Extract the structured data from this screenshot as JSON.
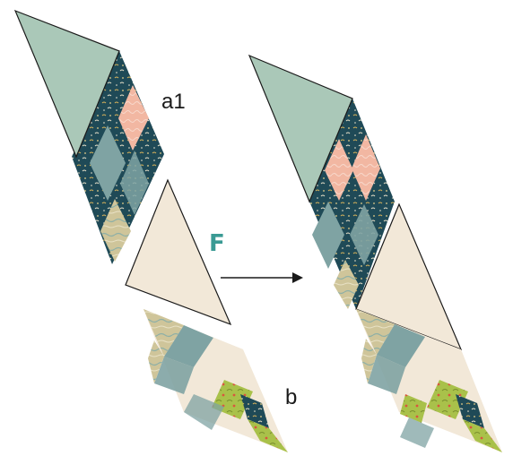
{
  "labels": {
    "a1": "a1",
    "f": "F",
    "b": "b"
  },
  "colors": {
    "sage": "#aac8b8",
    "cream": "#f2e8d8",
    "navy_print": "#1f4a57",
    "teal_gray": "#7fa3a3",
    "blush": "#f2b7a2",
    "gold_marble": "#cfc59a",
    "lime": "#a9c14a",
    "outline": "#1a1a1a",
    "accent_f": "#3a9a94"
  },
  "diagram": {
    "left_pieces": [
      "a1",
      "F",
      "b"
    ],
    "arrow": "right-arrow",
    "result": "assembled-strip"
  }
}
